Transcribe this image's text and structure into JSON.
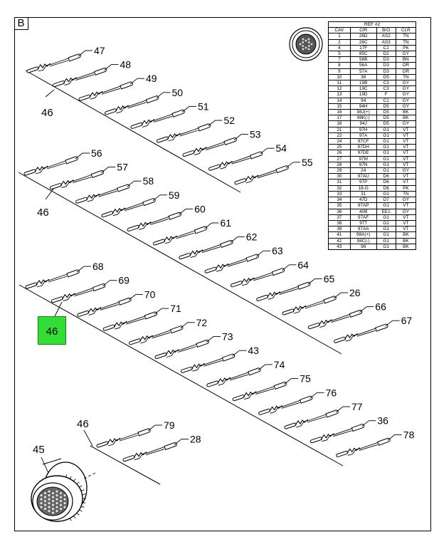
{
  "panel_label": "B",
  "highlight_label": "46",
  "connector_label": "45",
  "bracket_labels": [
    "46",
    "46",
    "46"
  ],
  "rows": [
    [
      "47",
      "48",
      "49",
      "50",
      "51",
      "52",
      "53",
      "54",
      "55"
    ],
    [
      "56",
      "57",
      "58",
      "59",
      "60",
      "61",
      "62",
      "63",
      "64",
      "65",
      "26",
      "66",
      "67"
    ],
    [
      "68",
      "69",
      "70",
      "71",
      "72",
      "73",
      "43",
      "74",
      "75",
      "76",
      "77",
      "36",
      "78"
    ],
    [
      "79",
      "28"
    ]
  ],
  "ref_table": {
    "title": "REF #2",
    "columns": [
      "CAV",
      "CIR",
      "B/O",
      "CLR"
    ],
    "rows": [
      [
        "1",
        "26D",
        "AS2",
        "TN"
      ],
      [
        "2",
        "26C",
        "AS3",
        "TN"
      ],
      [
        "4",
        "17F",
        "C1",
        "PK"
      ],
      [
        "5",
        "85C",
        "D2",
        "GY"
      ],
      [
        "7",
        "58B",
        "D3",
        "BN"
      ],
      [
        "8",
        "56A",
        "D3",
        "OR"
      ],
      [
        "9",
        "57A",
        "D3",
        "OR"
      ],
      [
        "10",
        "36",
        "D5",
        "TN"
      ],
      [
        "11",
        "19B",
        "C3",
        "GY"
      ],
      [
        "12",
        "19C",
        "C3",
        "GY"
      ],
      [
        "13",
        "19D",
        "F",
        "GY"
      ],
      [
        "14",
        "94",
        "C1",
        "GY"
      ],
      [
        "15",
        "94H",
        "D5",
        "GY"
      ],
      [
        "16",
        "98J(+)",
        "D5",
        "BK"
      ],
      [
        "17",
        "98K(-)",
        "D5",
        "BK"
      ],
      [
        "18",
        "94J",
        "D5",
        "GY"
      ],
      [
        "21",
        "97H",
        "G1",
        "VT"
      ],
      [
        "22",
        "97A",
        "G1",
        "VT"
      ],
      [
        "24",
        "97CF",
        "G1",
        "VT"
      ],
      [
        "25",
        "97DH",
        "G1",
        "VT"
      ],
      [
        "26",
        "97DE",
        "G1",
        "VT"
      ],
      [
        "27",
        "97M",
        "G1",
        "VT"
      ],
      [
        "28",
        "97N",
        "G1",
        "VT"
      ],
      [
        "29",
        "24",
        "G1",
        "GY"
      ],
      [
        "30",
        "97AU",
        "D6",
        "VT"
      ],
      [
        "31",
        "97P",
        "D6",
        "VT"
      ],
      [
        "32",
        "18-G",
        "D6",
        "PK"
      ],
      [
        "33",
        "31",
        "G1",
        "TN"
      ],
      [
        "34",
        "47D",
        "D7",
        "GY"
      ],
      [
        "35",
        "97AP",
        "G1",
        "VT"
      ],
      [
        "36",
        "40B",
        "EE1",
        "GY"
      ],
      [
        "37",
        "97AF",
        "G1",
        "VT"
      ],
      [
        "38",
        "97T",
        "G1",
        "VT"
      ],
      [
        "39",
        "97AA",
        "G1",
        "VT"
      ],
      [
        "41",
        "98A(+)",
        "G1",
        "BK"
      ],
      [
        "42",
        "98C(-)",
        "G1",
        "BK"
      ],
      [
        "43",
        "98",
        "G1",
        "BK"
      ]
    ]
  }
}
